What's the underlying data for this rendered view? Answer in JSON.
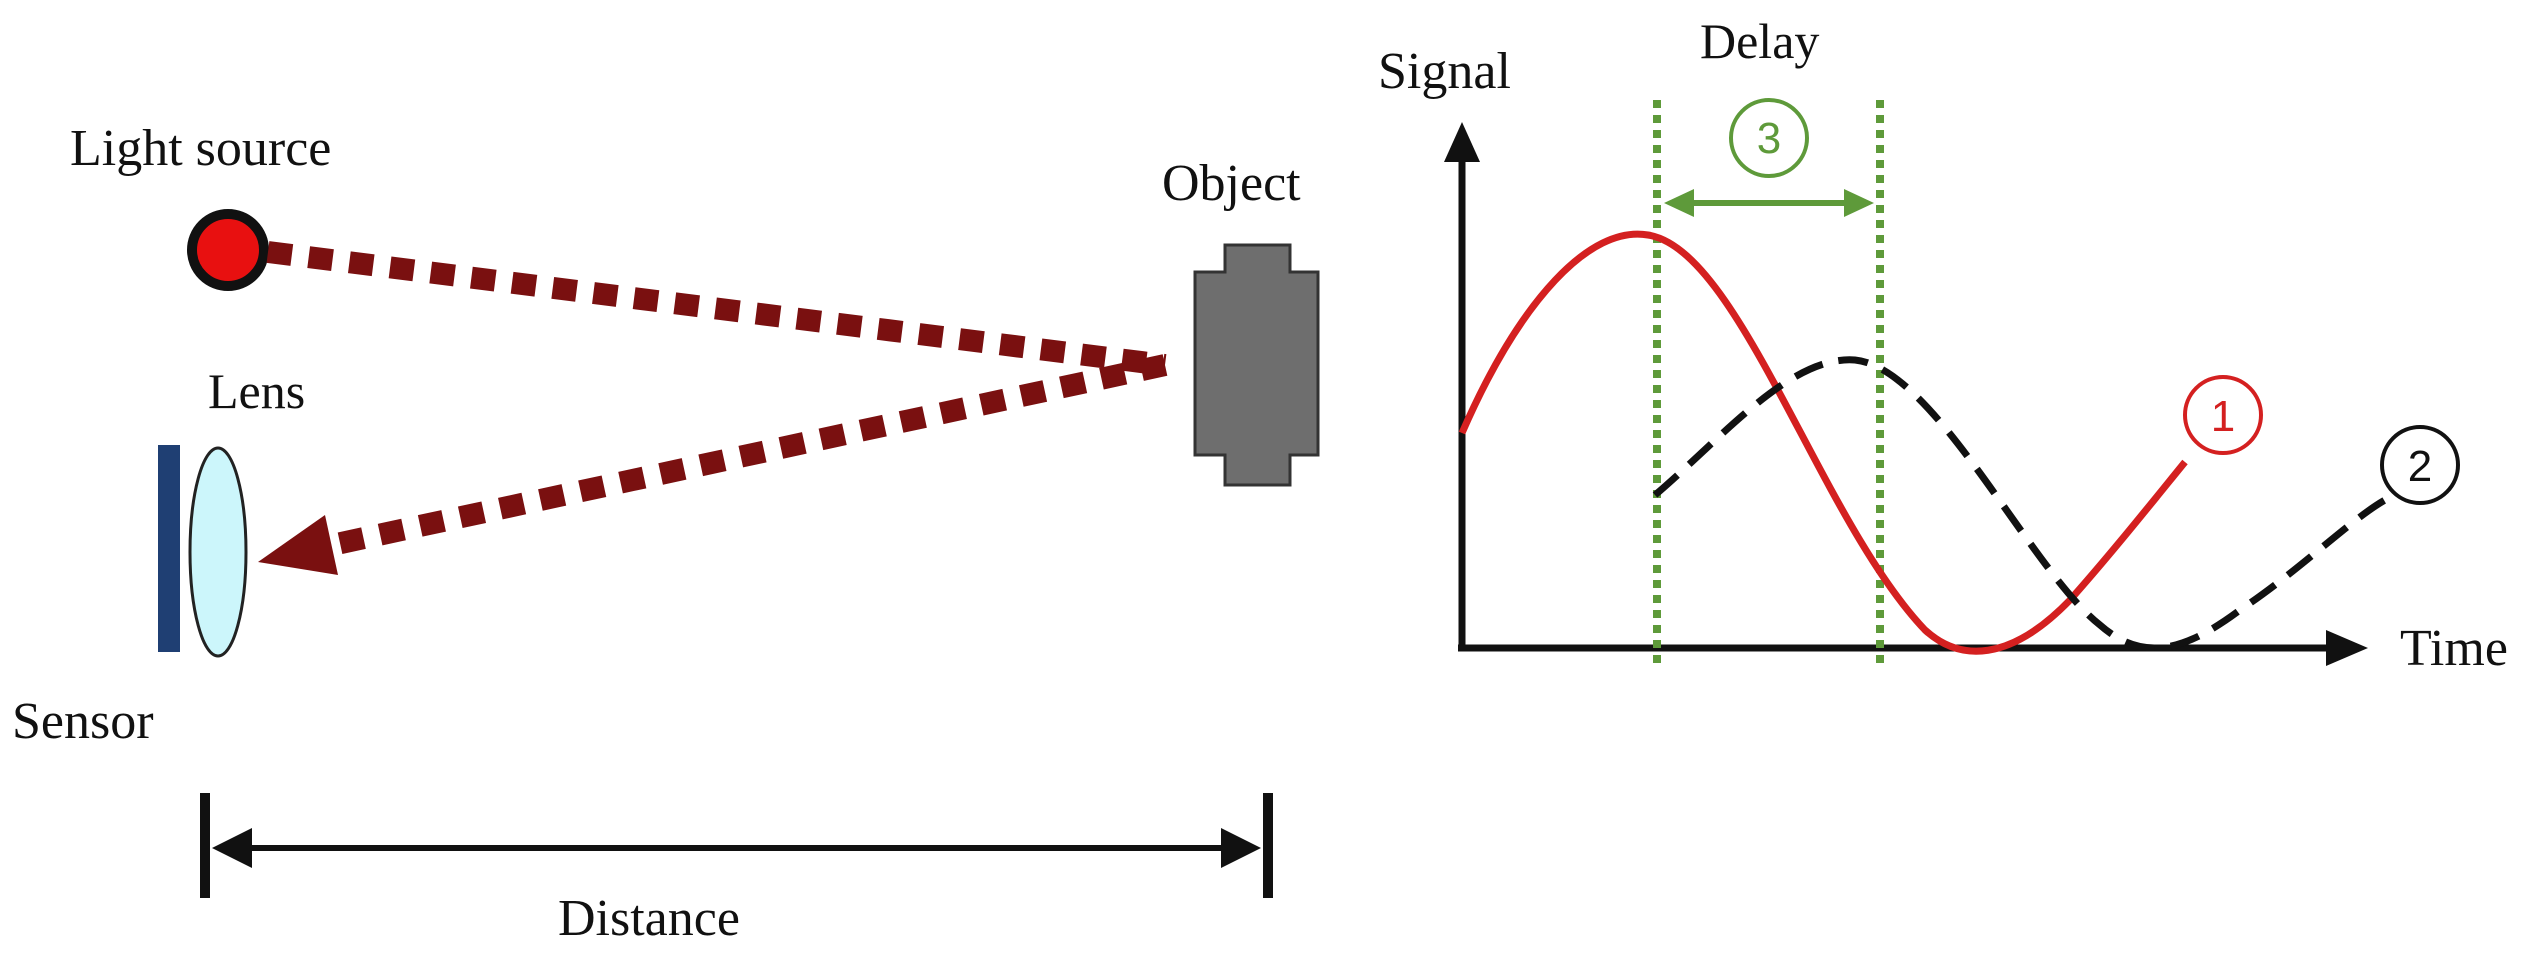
{
  "labels": {
    "light_source": "Light source",
    "lens": "Lens",
    "sensor": "Sensor",
    "object": "Object",
    "distance": "Distance",
    "signal": "Signal",
    "time": "Time",
    "delay": "Delay"
  },
  "markers": {
    "emitted": "1",
    "received": "2",
    "delay": "3"
  },
  "colors": {
    "emitted_wave": "#d42020",
    "received_wave": "#111111",
    "delay_markers": "#5e9a3a",
    "light_beam": "#7a1010",
    "light_source_fill": "#e81010",
    "lens_fill": "#ccf6fb",
    "sensor_fill": "#1f3f73",
    "object_fill": "#6e6e6e"
  },
  "icons": {
    "light_source": "red-circle",
    "lens": "convex-lens",
    "sensor": "sensor-bar",
    "object": "gray-block"
  }
}
